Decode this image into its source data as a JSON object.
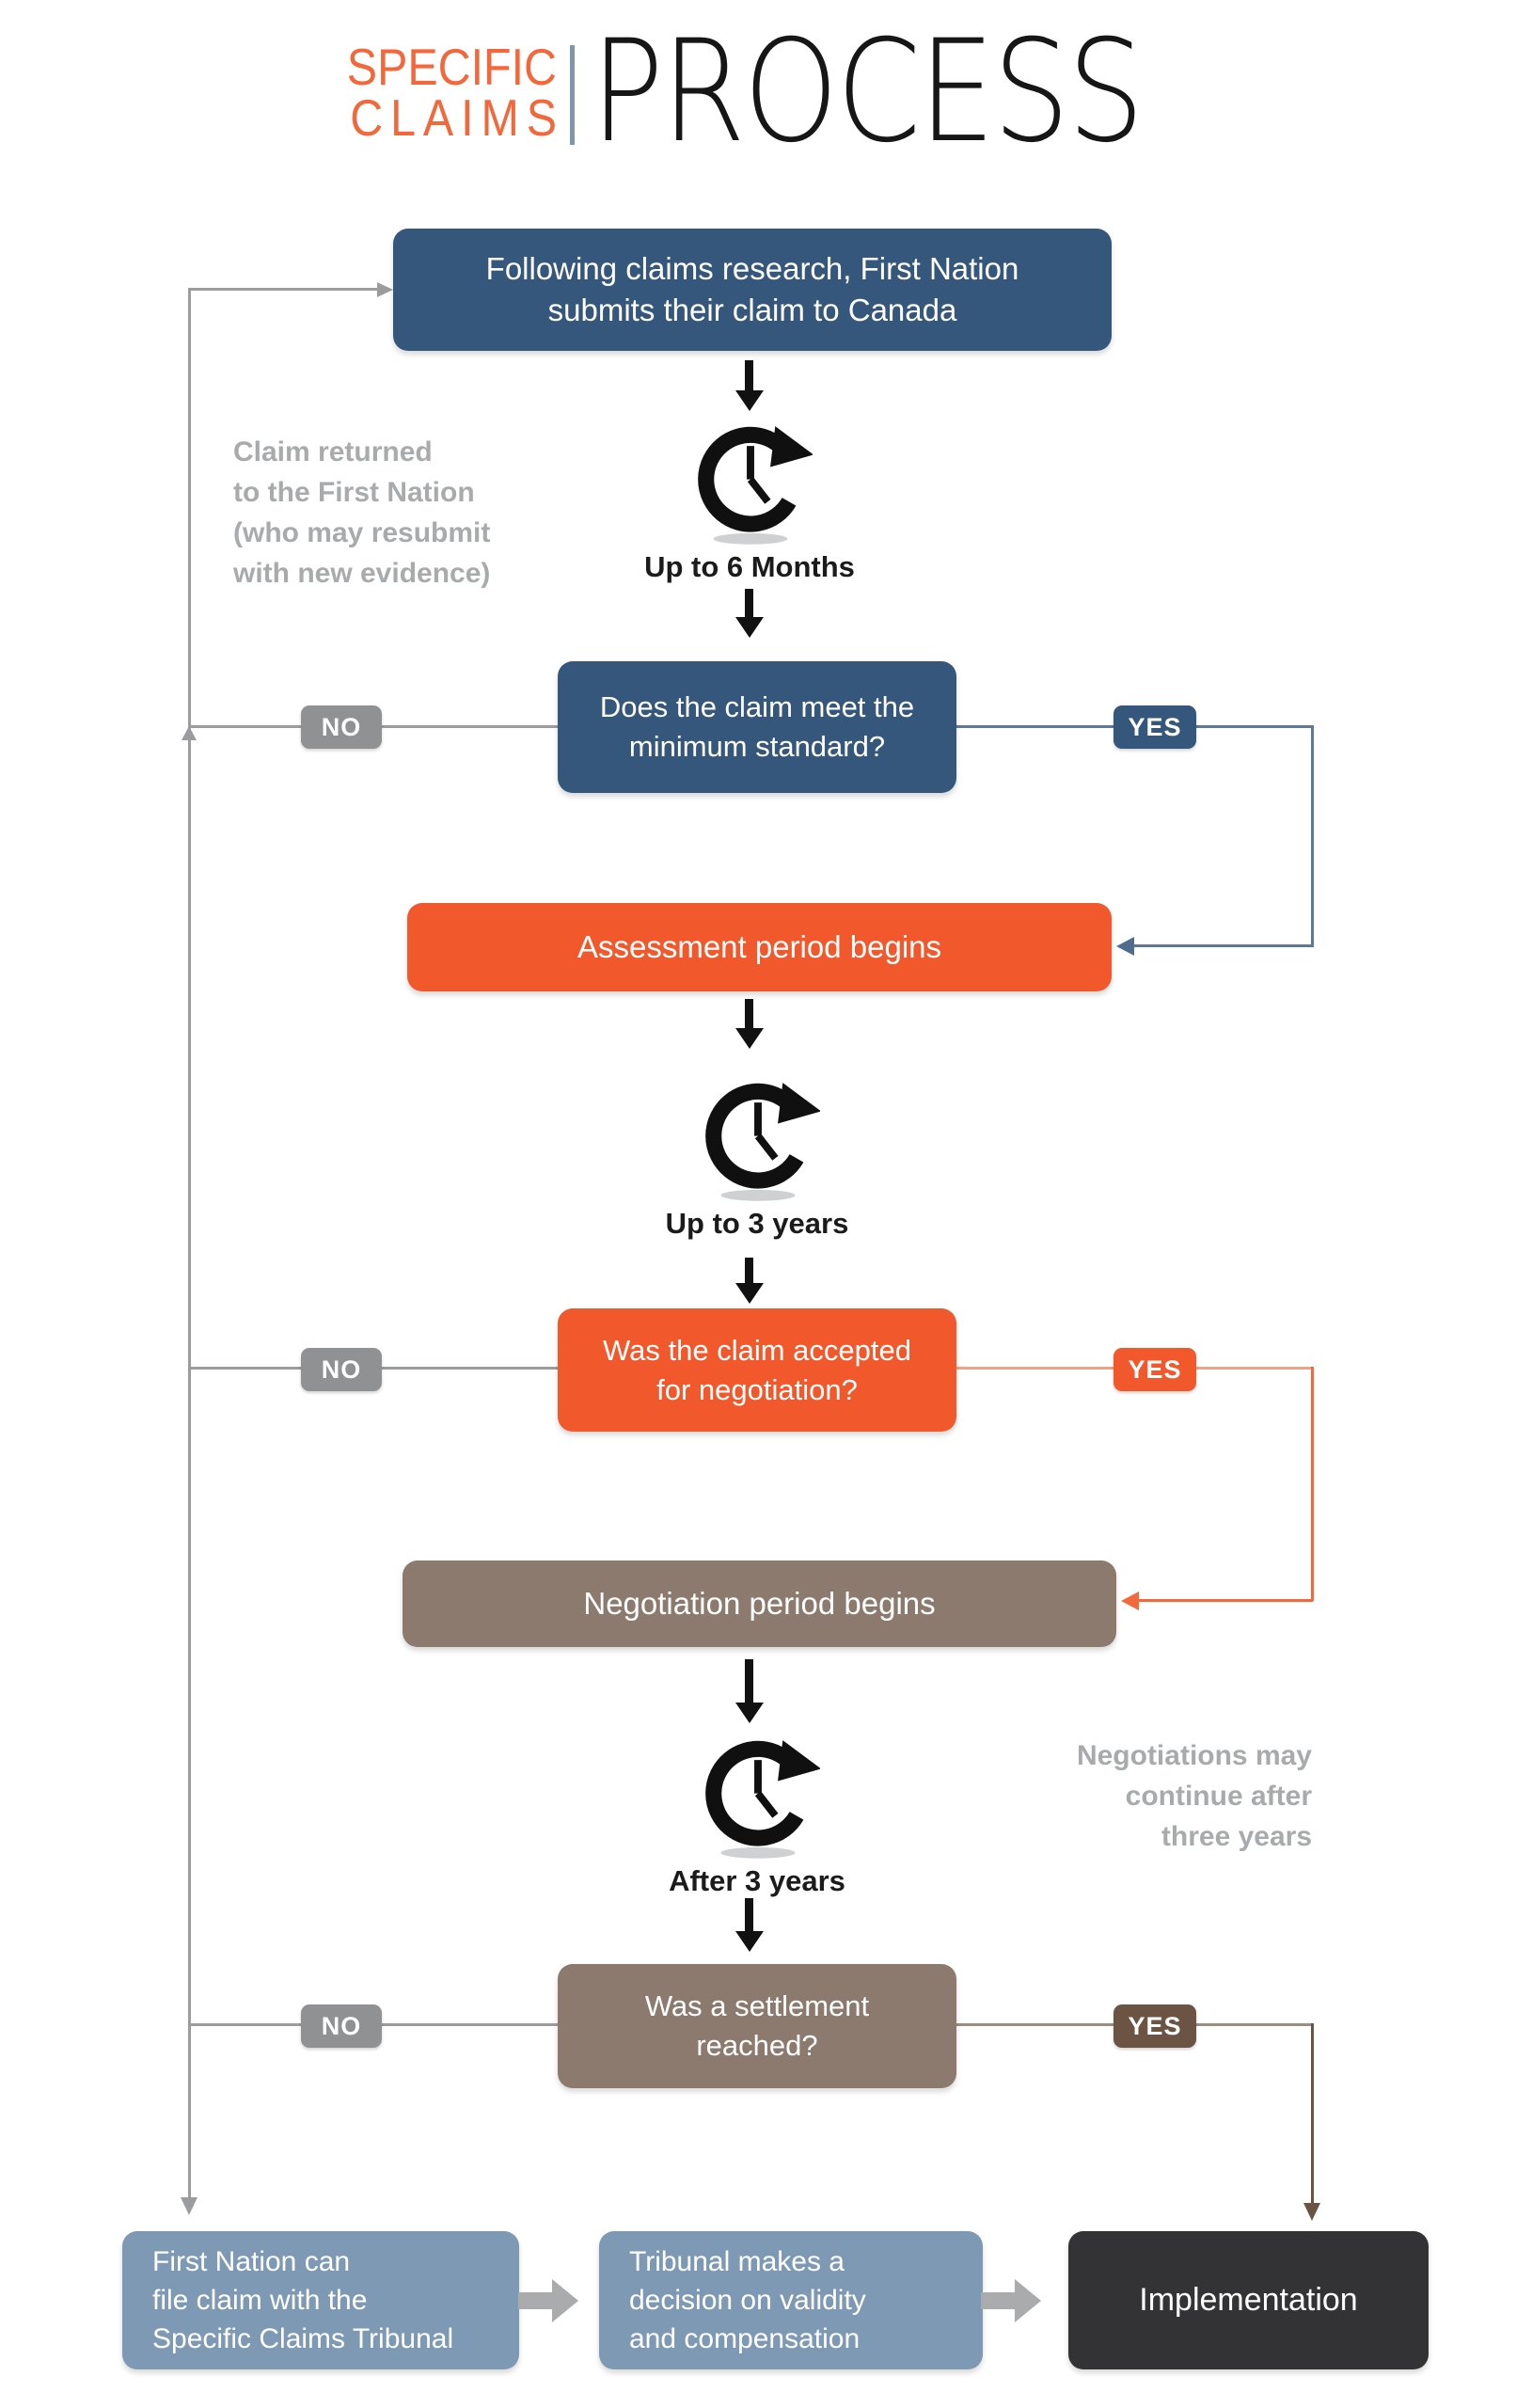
{
  "title": {
    "line1": "SPECIFIC",
    "line2": "CLAIMS",
    "right": "PROCESS"
  },
  "nodes": {
    "start": {
      "text": "Following claims research, First Nation\nsubmits their claim to Canada"
    },
    "decision_minimum_standard": {
      "text": "Does the claim meet the\nminimum standard?"
    },
    "assessment": {
      "text": "Assessment period begins"
    },
    "decision_negotiation": {
      "text": "Was the claim accepted\nfor negotiation?"
    },
    "negotiation": {
      "text": "Negotiation period begins"
    },
    "decision_settlement": {
      "text": "Was a settlement\nreached?"
    },
    "tribunal_file": {
      "text": "First Nation can\nfile claim with the\nSpecific Claims Tribunal"
    },
    "tribunal_decision": {
      "text": "Tribunal makes a\ndecision on validity\nand compensation"
    },
    "implementation": {
      "text": "Implementation"
    }
  },
  "timers": [
    {
      "label": "Up to 6 Months"
    },
    {
      "label": "Up to 3 years"
    },
    {
      "label": "After 3 years"
    }
  ],
  "badges": {
    "no": "NO",
    "yes": "YES"
  },
  "annotations": {
    "claim_returned": "Claim returned\nto the First Nation\n(who may resubmit\nwith new evidence)",
    "negotiations_continue": "Negotiations may\ncontinue after\nthree years"
  },
  "colors": {
    "dark_blue": "#35577B",
    "orange": "#F1582B",
    "brown": "#8B7A6D",
    "dark_brown": "#6B5444",
    "steel_blue": "#7E99B4",
    "charcoal": "#333336",
    "badge_gray": "#8F9193",
    "line_gray": "#9B9C9E",
    "slate_line": "#5E7896",
    "orange_line": "#F4693C",
    "annotation_gray": "#A8AAAC",
    "title_orange": "#F2683A"
  }
}
